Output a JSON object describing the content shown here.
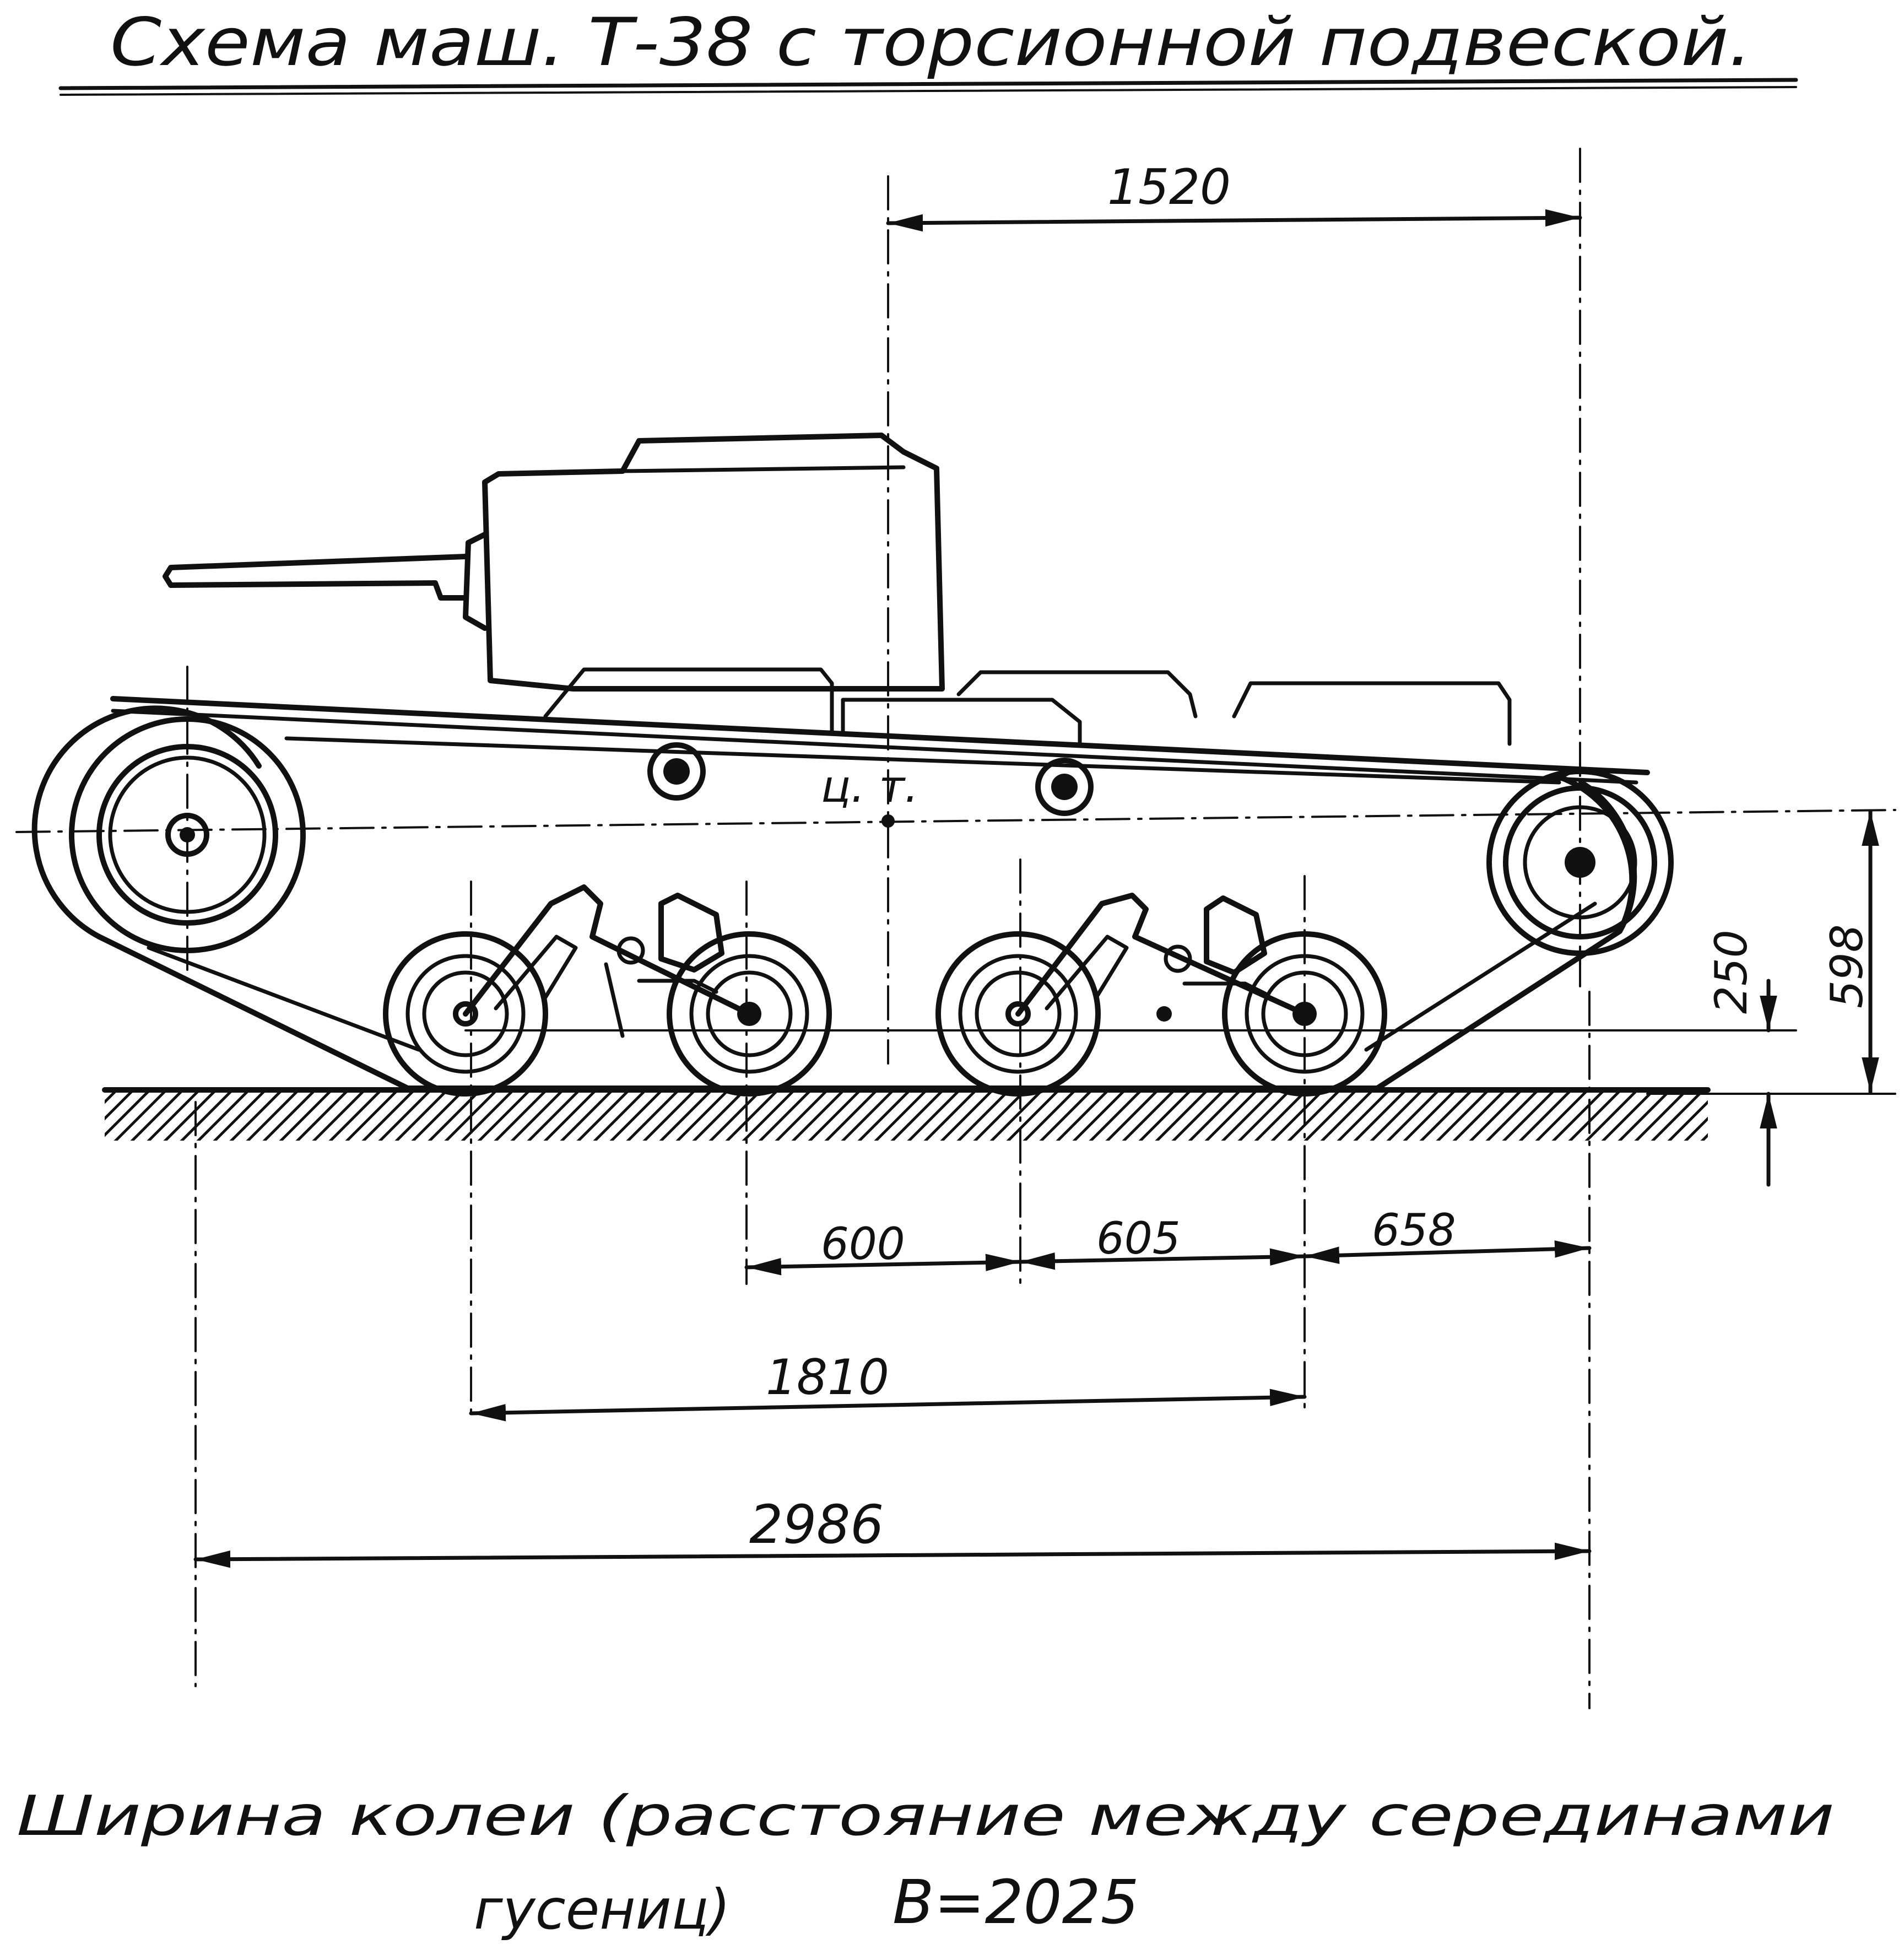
{
  "title": "Схема маш. Т-38 с торсионной подвеской.",
  "center_of_gravity_label": "ц. т.",
  "dimensions": {
    "cg_to_idler": "1520",
    "wheel_center_height": "250",
    "idler_height": "598",
    "wheel_spacing_1": "600",
    "wheel_spacing_2": "605",
    "wheel_to_idler": "658",
    "track_contact_length": "1810",
    "overall_length": "2986"
  },
  "footnote": {
    "line1": "Ширина колеи (расстояние между серединами",
    "line2_text": "гусениц)",
    "line2_value": "В=2025"
  },
  "colors": {
    "ink": "#111111",
    "paper": "#ffffff"
  }
}
